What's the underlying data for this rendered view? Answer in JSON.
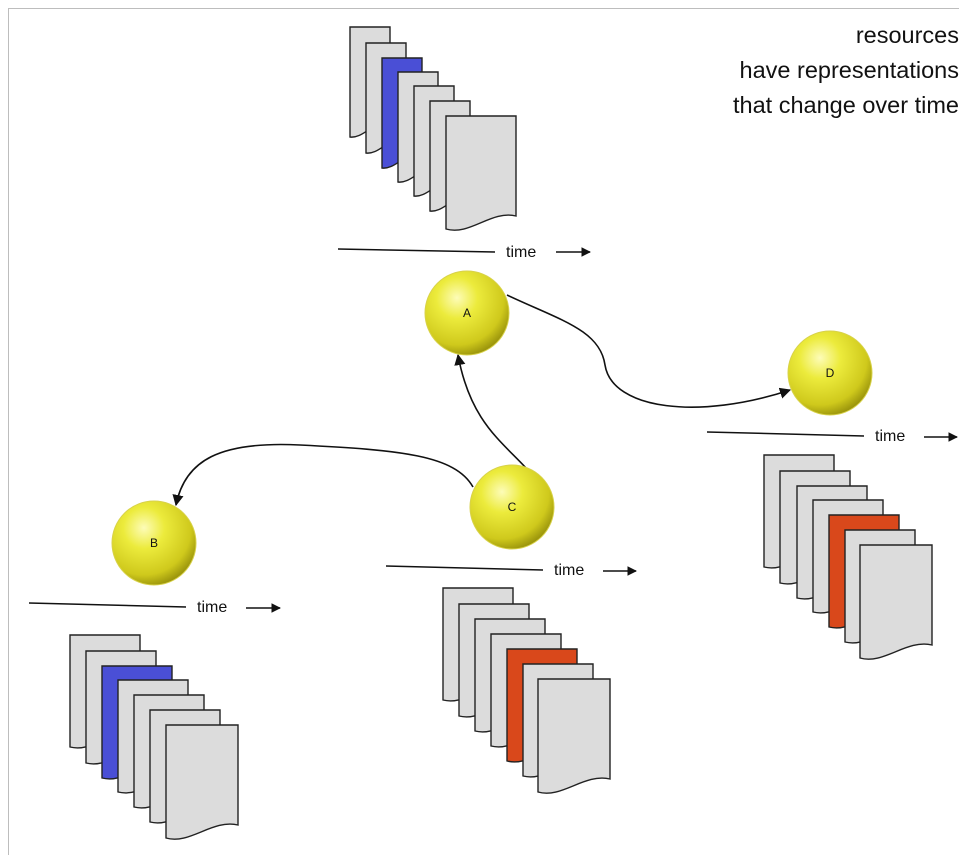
{
  "caption": {
    "line1": "resources",
    "line2": "have representations",
    "line3": "that change over time"
  },
  "nodes": {
    "a": "A",
    "b": "B",
    "c": "C",
    "d": "D"
  },
  "timeline_label": "time",
  "colors": {
    "node_fill": "#e2e02a",
    "node_highlight": "#fbf89a",
    "node_shade": "#a9a40e",
    "doc_fill": "#dcdcdc",
    "doc_stroke": "#222222",
    "highlight_blue": "#4a4fd6",
    "highlight_orange": "#d9481b",
    "line": "#111111"
  }
}
